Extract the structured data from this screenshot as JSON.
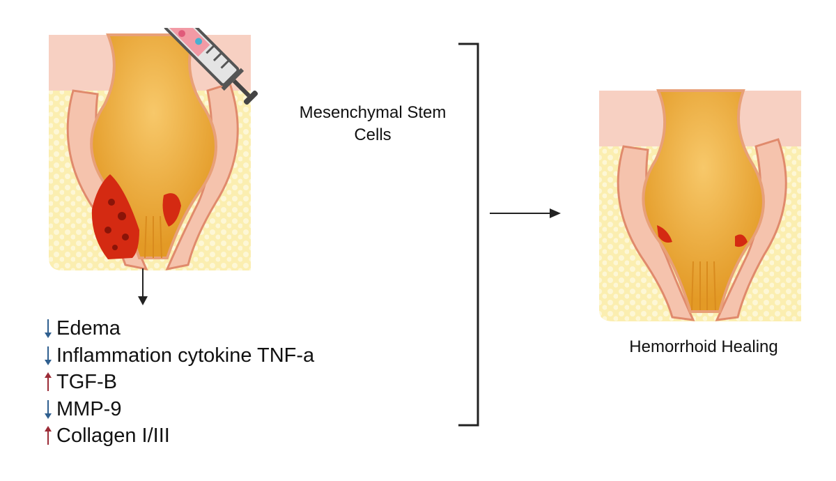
{
  "labels": {
    "injection": [
      "Mesenchymal Stem",
      "Cells"
    ],
    "outcome": "Hemorrhoid Healing"
  },
  "effects": [
    {
      "direction": "down",
      "text": "Edema"
    },
    {
      "direction": "down",
      "text": "Inflammation cytokine TNF-a"
    },
    {
      "direction": "up",
      "text": "TGF-B"
    },
    {
      "direction": "down",
      "text": "MMP-9"
    },
    {
      "direction": "up",
      "text": "Collagen I/III"
    }
  ],
  "colors": {
    "down": "#2f5f8f",
    "up": "#9b2b36",
    "tissue_pink": "#f6cdbf",
    "fat_yellow": "#fbeeb0",
    "lumen_orange": "#e7a430",
    "hemorrhoid_red": "#d42a12"
  }
}
